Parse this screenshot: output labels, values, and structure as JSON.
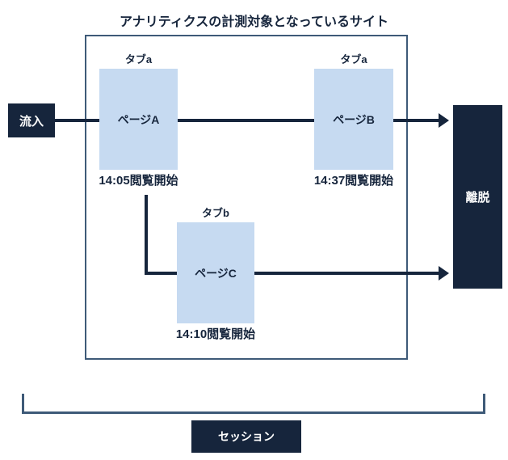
{
  "diagram": {
    "title": "アナリティクスの計測対象となっているサイト",
    "inflow_label": "流入",
    "exit_label": "離脱",
    "session_label": "セッション",
    "pages": [
      {
        "tab": "タブa",
        "label": "ページA",
        "time": "14:05閲覧開始"
      },
      {
        "tab": "タブa",
        "label": "ページB",
        "time": "14:37閲覧開始"
      },
      {
        "tab": "タブb",
        "label": "ページC",
        "time": "14:10閲覧開始"
      }
    ],
    "colors": {
      "navy": "#16253c",
      "page_fill": "#c6daf1",
      "frame": "#3e5a78",
      "text_on_dark": "#ffffff"
    }
  }
}
